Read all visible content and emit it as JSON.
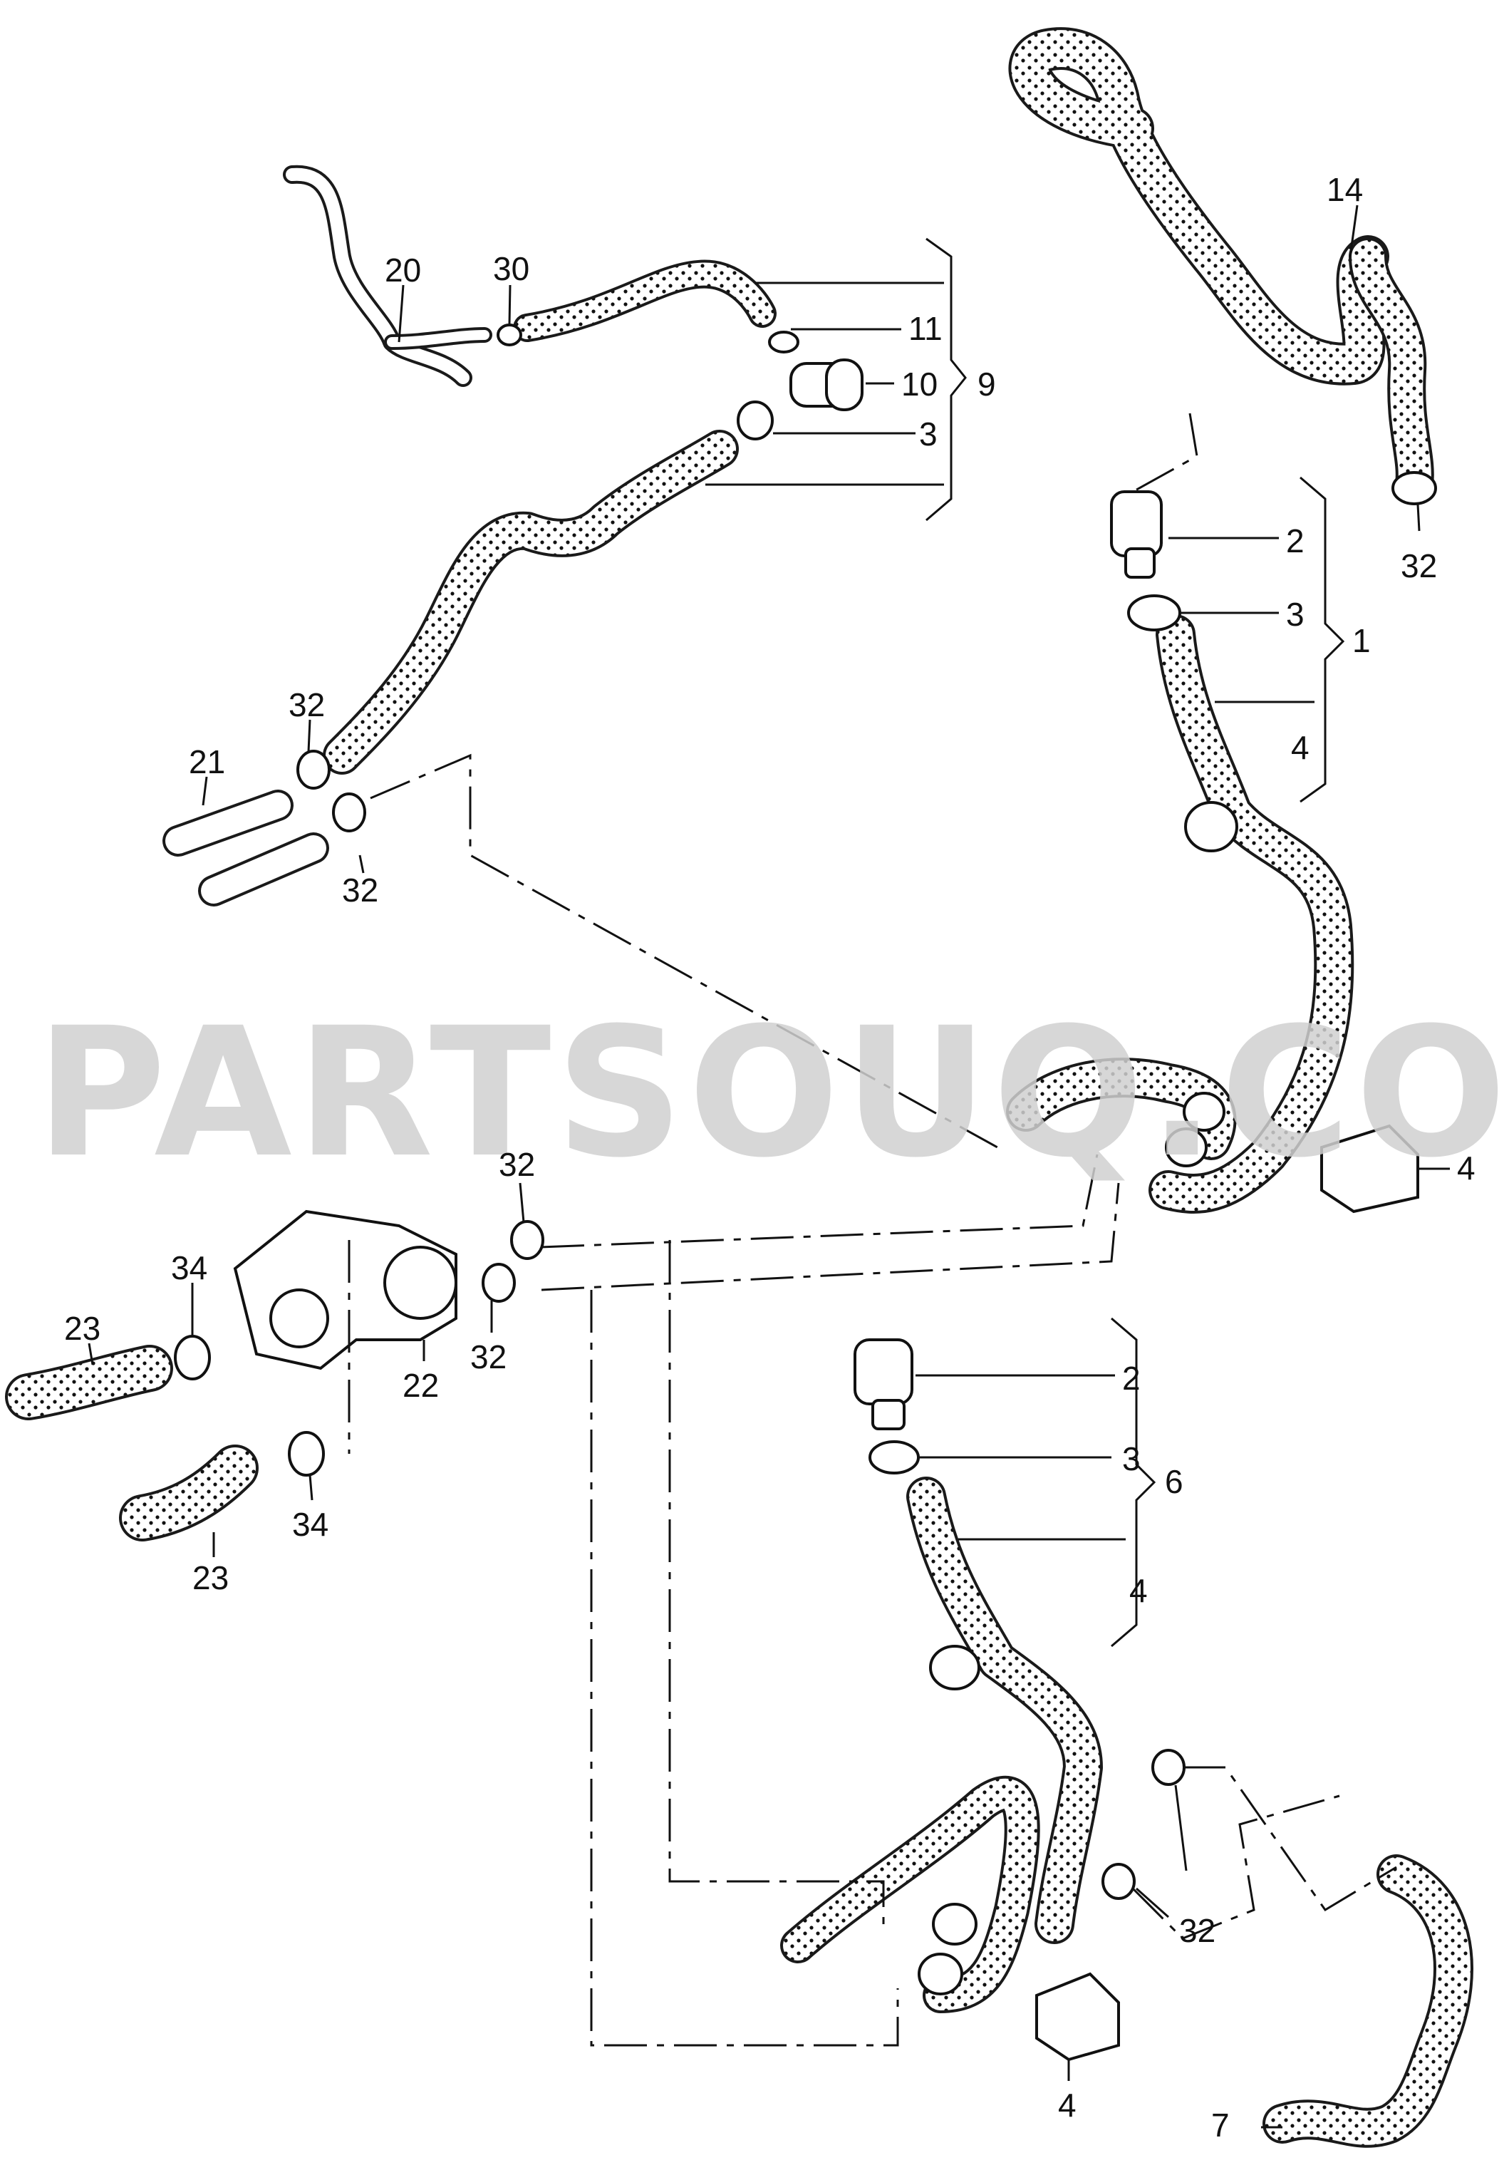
{
  "watermark": "PARTSOUQ.COM",
  "callouts": {
    "c20": "20",
    "c30": "30",
    "c11": "11",
    "c10": "10",
    "c3a": "3",
    "c9": "9",
    "c14": "14",
    "c32a": "32",
    "c2a": "2",
    "c3b": "3",
    "c1": "1",
    "c4a": "4",
    "c32b": "32",
    "c21": "21",
    "c32c": "32",
    "c4b": "4",
    "c32d": "32",
    "c34a": "34",
    "c23a": "23",
    "c22": "22",
    "c32e": "32",
    "c34b": "34",
    "c23b": "23",
    "c2b": "2",
    "c3c": "3",
    "c6": "6",
    "c4c": "4",
    "c32f": "32",
    "c4d": "4",
    "c7": "7"
  },
  "colors": {
    "ink": "#111111",
    "watermark": "#d0d0d0",
    "hose_dots": "#111111"
  }
}
